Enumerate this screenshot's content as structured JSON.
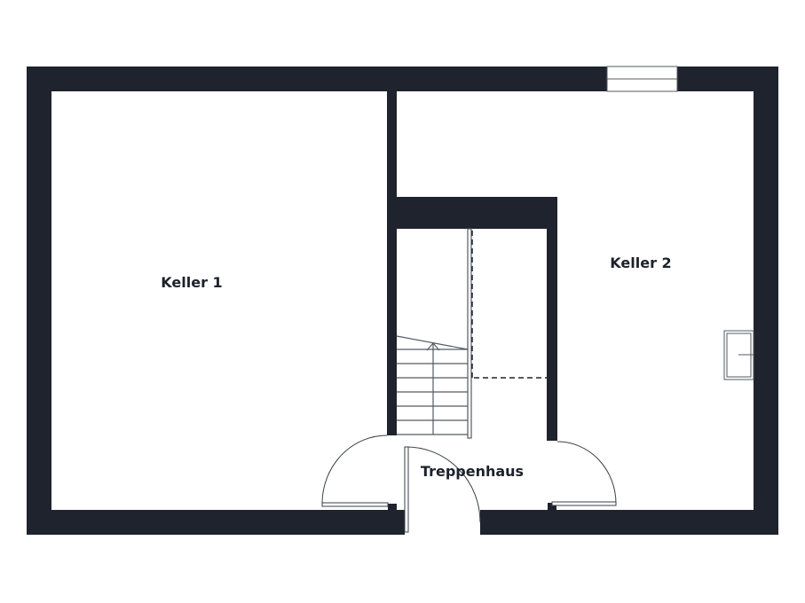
{
  "floor_plan": {
    "wall_color": "#1e232d",
    "background_color": "#ffffff",
    "rooms": [
      {
        "id": "keller-1",
        "label": "Keller 1"
      },
      {
        "id": "keller-2",
        "label": "Keller 2"
      },
      {
        "id": "treppenhaus",
        "label": "Treppenhaus"
      }
    ],
    "features": {
      "stairs_steps": 7,
      "doors": 3,
      "windows": 2
    }
  }
}
